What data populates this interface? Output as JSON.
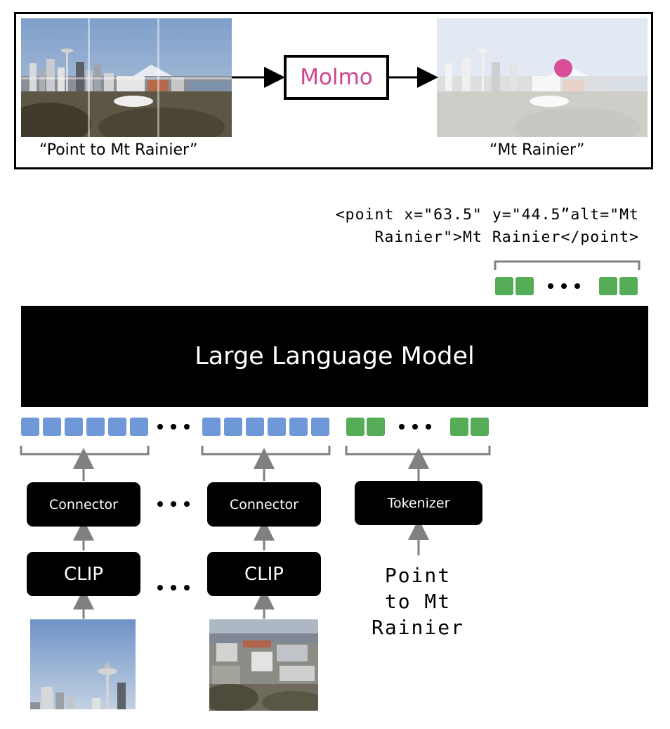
{
  "top_panel": {
    "input_caption": "“Point to Mt Rainier”",
    "model_label": "Molmo",
    "output_caption": "“Mt Rainier”"
  },
  "output": {
    "line1": "<point x=\"63.5\" y=\"44.5”alt=\"Mt",
    "line2": "Rainier\">Mt Rainier</point>"
  },
  "llm": {
    "label": "Large Language Model"
  },
  "pipeline": {
    "connector_label": "Connector",
    "clip_label": "CLIP",
    "tokenizer_label": "Tokenizer",
    "prompt_lines": [
      "Point",
      "to Mt",
      "Rainier"
    ]
  },
  "colors": {
    "image_token": "#6f98d8",
    "text_token": "#56ad58",
    "molmo": "#d0448e",
    "point_marker": "#d84f99",
    "arrow_gray": "#808080"
  },
  "icons": {
    "image_tile_1": "skyline-crop-space-needle",
    "image_tile_2": "skyline-crop-city",
    "point_marker": "pink-dot-marker"
  }
}
